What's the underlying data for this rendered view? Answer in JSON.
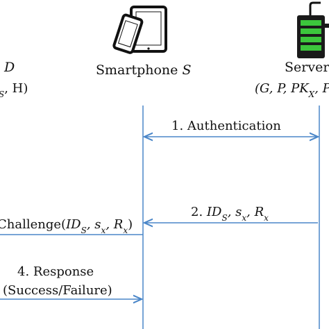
{
  "actors": {
    "device": {
      "name_fragment": "D",
      "params_fragment_main": "S",
      "params_fragment_rest": ", H)"
    },
    "smartphone": {
      "name": "Smartphone",
      "symbol": "S"
    },
    "server": {
      "name": "Server",
      "params_open": "(G, P, PK",
      "params_sub": "X",
      "params_rest": ", P"
    }
  },
  "messages": [
    {
      "label": "1. Authentication"
    },
    {
      "label_prefix": "2.",
      "label_body": "ID",
      "label_sub": "S",
      "label_rest": ", s",
      "label_sub2": "x",
      "label_rest2": ", R",
      "label_sub3": "x"
    },
    {
      "label_prefix": "Challenge(",
      "label_body": "ID",
      "label_sub": "S",
      "label_rest": ", s",
      "label_sub2": "x",
      "label_rest2": ", R",
      "label_sub3": "x",
      "label_suffix": ")"
    },
    {
      "label_line1": "4. Response",
      "label_line2": "(Success/Failure)"
    }
  ],
  "colors": {
    "lifeline": "#4a86c8",
    "arrow": "#4a86c8",
    "text": "#111111",
    "battery_fill": "#3cc63c"
  },
  "icons": {
    "smartphone": "phone-and-tablet-icon",
    "server": "server-battery-icon"
  }
}
